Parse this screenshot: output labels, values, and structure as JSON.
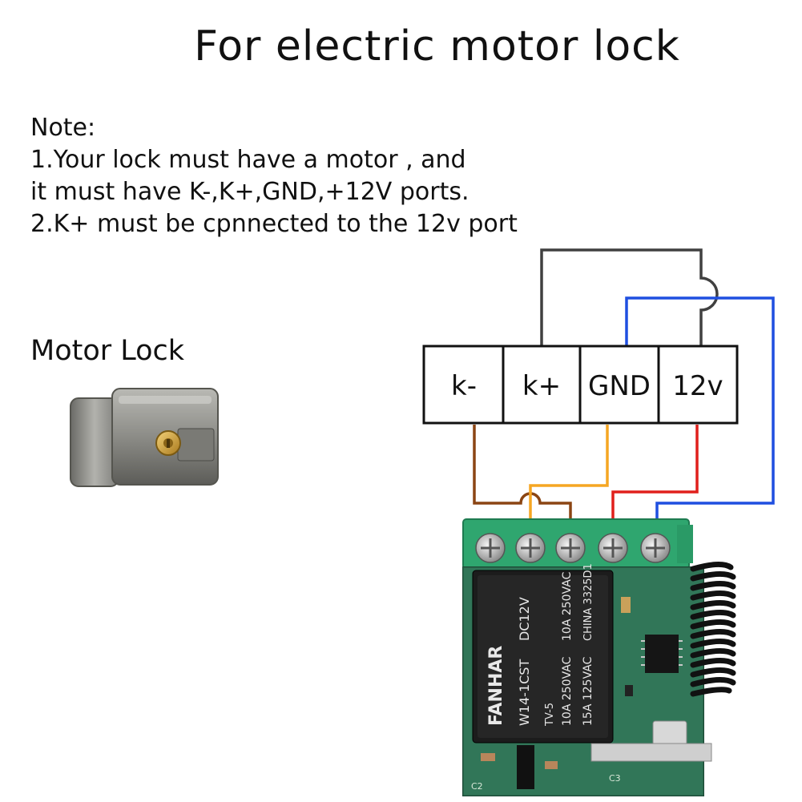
{
  "title": "For electric motor lock",
  "note": {
    "heading": "Note:",
    "line1": "1.Your lock must have a motor , and",
    "line2": "it must have K-,K+,GND,+12V ports.",
    "line3": "2.K+ must be cpnnected to the 12v port"
  },
  "motor_lock_label": "Motor Lock",
  "terminals": [
    "k-",
    "k+",
    "GND",
    "12v"
  ],
  "relay": {
    "brand": "FANHAR",
    "voltage": "DC12V",
    "model": "W14-1CST",
    "rating1": "10A 250VAC",
    "rating2": "10A 250VAC",
    "rating3": "15A 125VAC",
    "origin": "CHINA 3325D1",
    "cert": "TV-5"
  },
  "pcb_labels": [
    "C2",
    "C3"
  ],
  "wire_colors": {
    "k_minus": "#8B4513",
    "k_plus": "#404040",
    "gnd": "#F5A623",
    "v12": "#E0201C",
    "blue": "#1F4FE0"
  }
}
